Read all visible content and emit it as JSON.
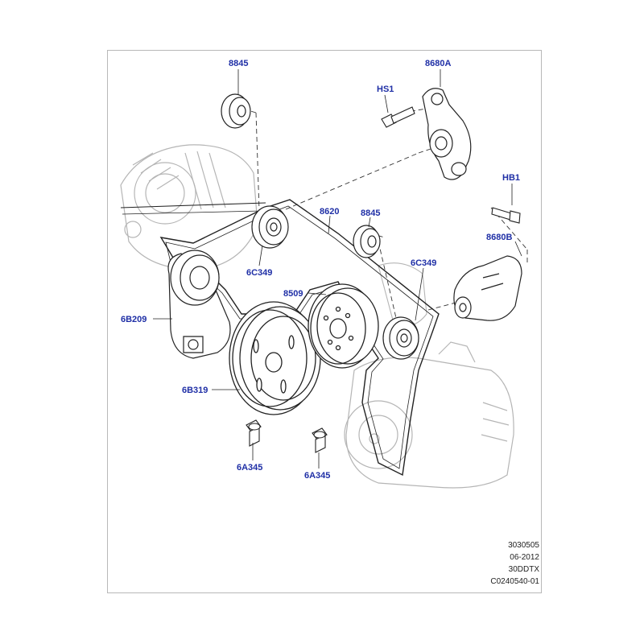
{
  "callouts": {
    "c8845_top": "8845",
    "c8680A": "8680A",
    "cHS1": "HS1",
    "cHB1": "HB1",
    "c8620": "8620",
    "c8845_mid": "8845",
    "c8680B": "8680B",
    "c6C349_left": "6C349",
    "c6C349_right": "6C349",
    "c8509": "8509",
    "c6B209": "6B209",
    "c6B319": "6B319",
    "c6A345_left": "6A345",
    "c6A345_right": "6A345"
  },
  "reference": {
    "line1": "3030505",
    "line2": "06-2012",
    "line3": "30DDTX",
    "line4": "C0240540-01"
  },
  "colors": {
    "callout": "#1f2fa6",
    "linework": "#222222",
    "ghost": "#b5b5b5"
  }
}
